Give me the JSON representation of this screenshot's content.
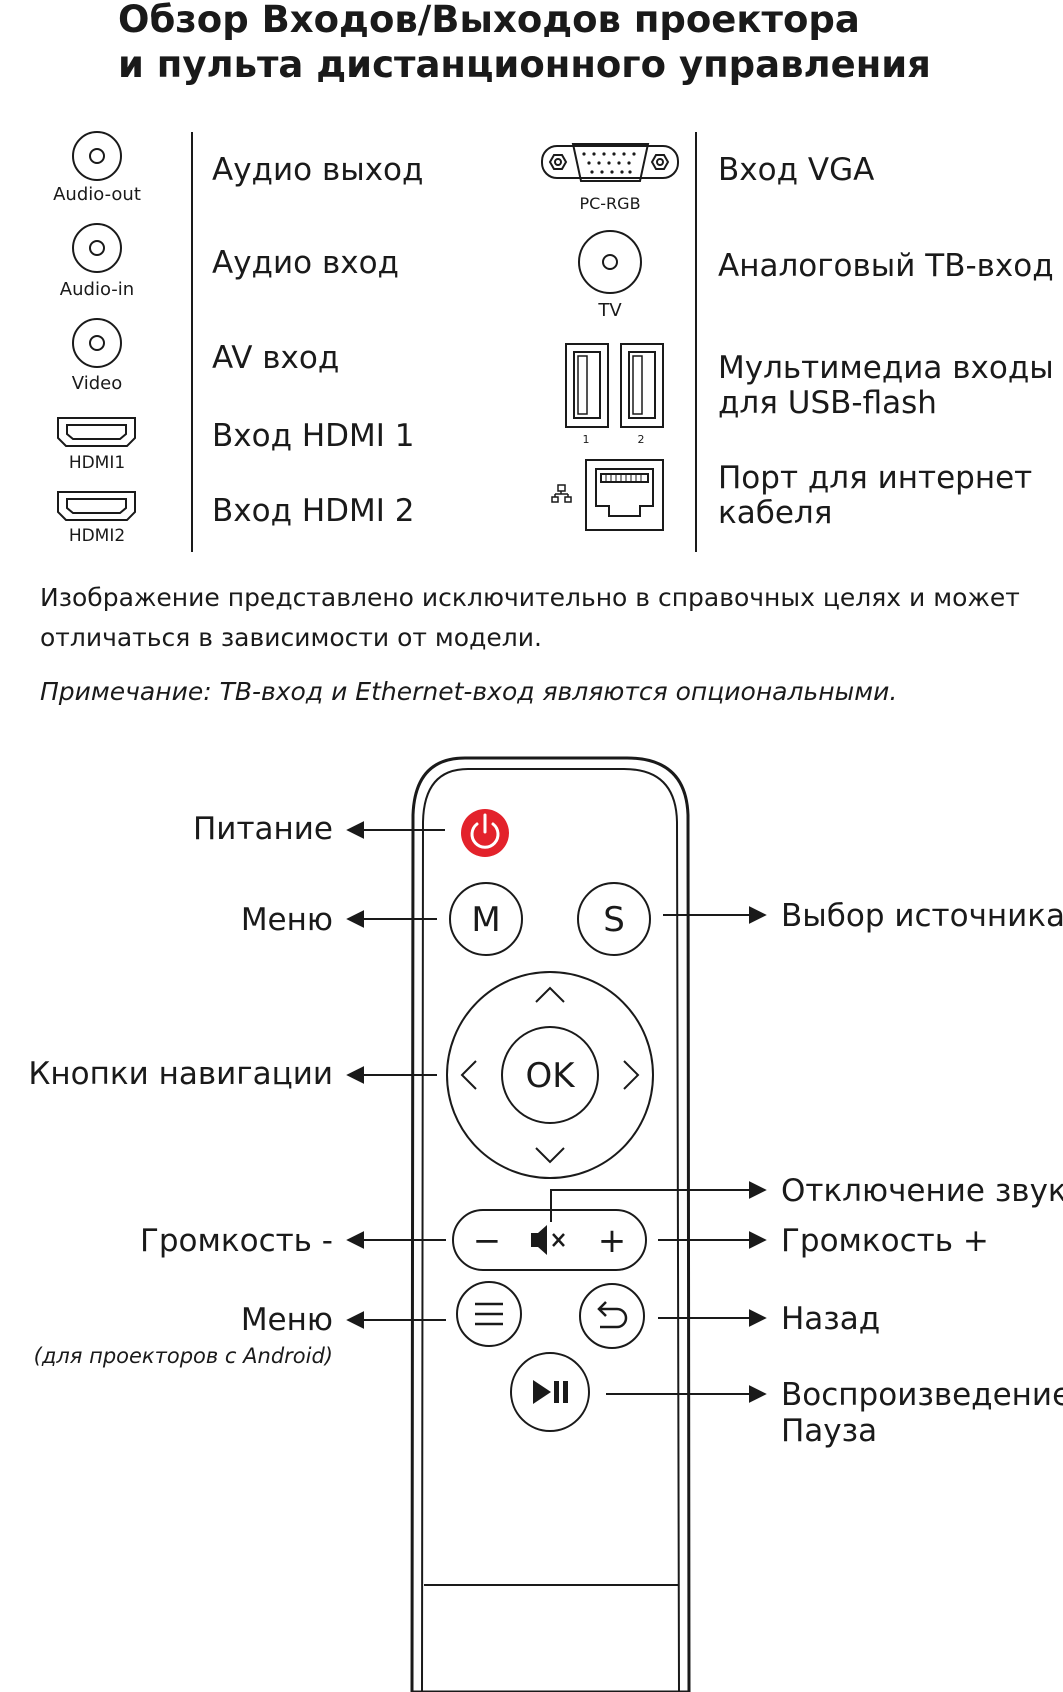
{
  "title": {
    "line1": "Обзор Входов/Выходов проектора",
    "line2": "и пульта дистанционного управления"
  },
  "ports_left": [
    {
      "icon_name": "audio-out-jack-icon",
      "port_label": "Audio-out",
      "description": "Аудио выход"
    },
    {
      "icon_name": "audio-in-jack-icon",
      "port_label": "Audio-in",
      "description": "Аудио вход"
    },
    {
      "icon_name": "video-jack-icon",
      "port_label": "Video",
      "description": "AV вход"
    },
    {
      "icon_name": "hdmi-port-icon",
      "port_label": "HDMI1",
      "description": "Вход HDMI 1"
    },
    {
      "icon_name": "hdmi-port-icon",
      "port_label": "HDMI2",
      "description": "Вход HDMI 2"
    }
  ],
  "ports_right": [
    {
      "icon_name": "vga-port-icon",
      "port_label": "PC-RGB",
      "description": "Вход VGA"
    },
    {
      "icon_name": "tv-antenna-jack-icon",
      "port_label": "TV",
      "description": "Аналоговый ТВ-вход"
    },
    {
      "icon_name": "usb-ports-icon",
      "port_label_1": "1",
      "port_label_2": "2",
      "description_line1": "Мультимедиа входы",
      "description_line2": "для USB-flash"
    },
    {
      "icon_name": "ethernet-port-icon",
      "description_line1": "Порт для интернет",
      "description_line2": "кабеля"
    }
  ],
  "disclaimer": {
    "line1": "Изображение представлено исключительно в справочных целях и может",
    "line2": "отличаться в зависимости от модели."
  },
  "note": "Примечание: ТВ-вход и Ethernet-вход являются опциональными.",
  "remote": {
    "buttons": {
      "menu": "M",
      "source": "S",
      "ok": "OK",
      "volume_minus": "−",
      "volume_plus": "+"
    },
    "labels_left": {
      "power": "Питание",
      "menu": "Меню",
      "navigation": "Кнопки навигации",
      "volume_down": "Громкость -",
      "android_menu": "Меню",
      "android_menu_sub": "(для проекторов с Android)"
    },
    "labels_right": {
      "source": "Выбор источника",
      "mute": "Отключение звука",
      "volume_up": "Громкость +",
      "back": "Назад",
      "play_pause_line1": "Воспроизведение/",
      "play_pause_line2": "Пауза"
    },
    "power_button_color": "#e3222b"
  }
}
